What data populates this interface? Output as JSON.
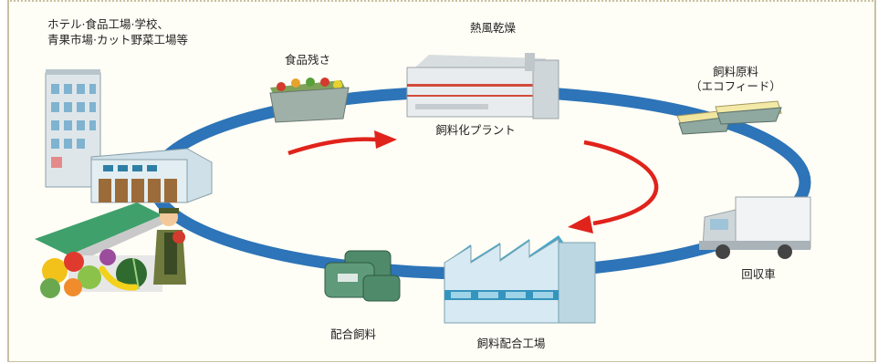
{
  "labels": {
    "source_line1": "ホテル·食品工場·学校、",
    "source_line2": "青果市場·カット野菜工場等",
    "food_waste": "食品残さ",
    "hot_air_drying": "熱風乾燥",
    "feed_plant": "飼料化プラント",
    "feed_material_line1": "飼料原料",
    "feed_material_line2": "（エコフィード）",
    "collection_truck": "回収車",
    "compound_feed": "配合飼料",
    "feed_factory": "飼料配合工場"
  },
  "colors": {
    "cycle_ring": "#2d74b8",
    "process_arrow": "#e0231b",
    "building_wall": "#d7e9f2",
    "factory_roof": "#4aa8c8",
    "bag_green": "#4f8a6a"
  },
  "icons": [
    "office-building-icon",
    "food-factory-icon",
    "market-stall-icon",
    "fruit-pile-icon",
    "farmer-icon",
    "food-waste-container-icon",
    "drying-plant-icon",
    "feed-trays-icon",
    "truck-icon",
    "feed-factory-icon",
    "feed-bags-icon"
  ]
}
